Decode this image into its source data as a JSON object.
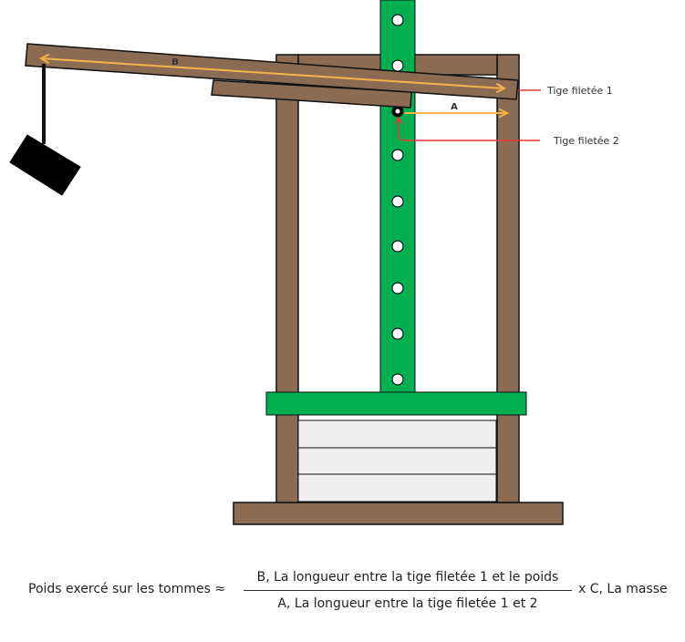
{
  "labels": {
    "rod1": "Tige filetée 1",
    "rod2": "Tige filetée 2",
    "length_b": "B",
    "length_a": "A"
  },
  "formula": {
    "lhs": "Poids exercé sur les tommes ≈",
    "numerator": "B, La longueur entre la tige filetée 1 et le poids",
    "denominator": "A, La longueur entre la tige filetée 1 et 2",
    "rhs": "x C, La masse"
  },
  "colors": {
    "wood": "#8b6b52",
    "green": "#00b050",
    "cheese": "#eeeff1",
    "weight": "#000000",
    "arrow": "#f5b24a",
    "pointer": "#e53935",
    "outline": "#111111"
  }
}
